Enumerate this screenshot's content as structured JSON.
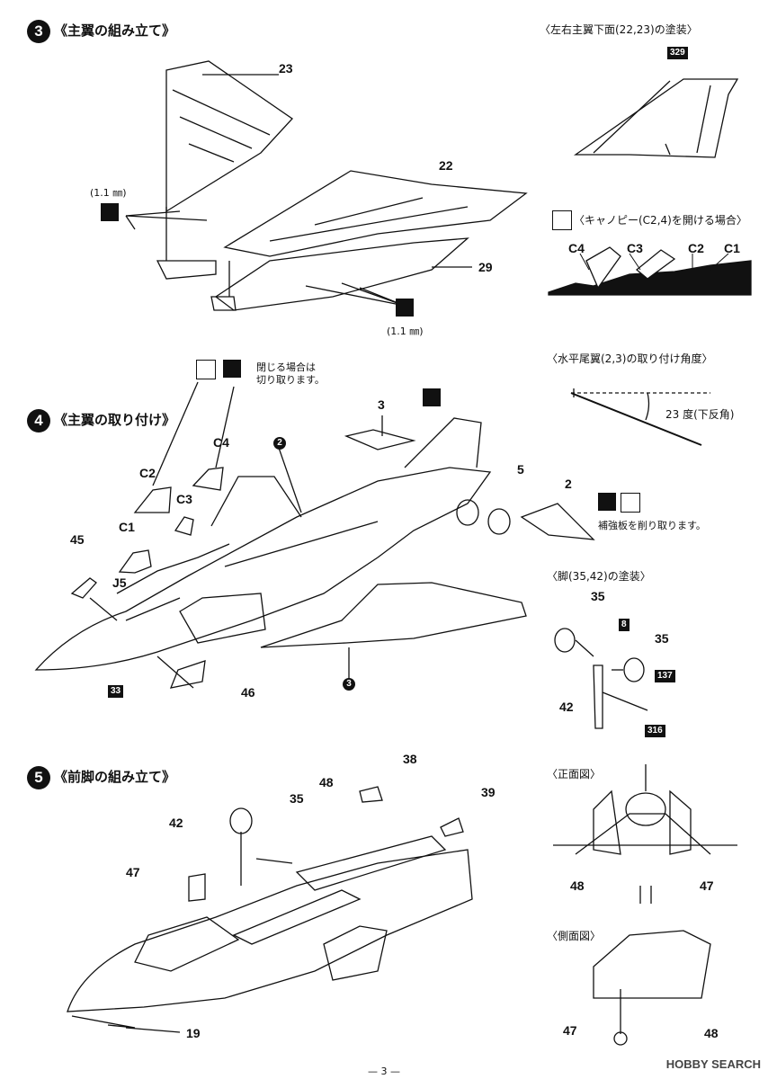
{
  "steps": {
    "s3": {
      "num": "3",
      "title": "《主翼の組み立て》"
    },
    "s4": {
      "num": "4",
      "title": "《主翼の取り付け》"
    },
    "s5": {
      "num": "5",
      "title": "《前脚の組み立て》"
    }
  },
  "notes": {
    "lower_wing": "〈左右主翼下面(22,23)の塗装〉",
    "canopy_open": "〈キャノピー(C2,4)を開ける場合〉",
    "stab_angle": "〈水平尾翼(2,3)の取り付け角度〉",
    "stab_angle_value": "23 度(下反角)",
    "gear_paint": "〈脚(35,42)の塗装〉",
    "front_view": "〈正面図〉",
    "side_view": "〈側面図〉",
    "close_cut_1": "閉じる場合は",
    "close_cut_2": "切り取ります。",
    "reinforce": "補強板を削り取ります。",
    "drill_1": "(1.1 ㎜)",
    "drill_2": "(1.1 ㎜)"
  },
  "parts": {
    "p23": "23",
    "p22": "22",
    "p29": "29",
    "c4a": "C4",
    "c3a": "C3",
    "c2a": "C2",
    "c1a": "C1",
    "p3": "3",
    "p5": "5",
    "p2": "2",
    "c4b": "C4",
    "c2b": "C2",
    "c3b": "C3",
    "c1b": "C1",
    "p45": "45",
    "j5": "J5",
    "p46": "46",
    "p35a": "35",
    "p35b": "35",
    "p42a": "42",
    "p38": "38",
    "p39": "39",
    "p48a": "48",
    "p35c": "35",
    "p42b": "42",
    "p47a": "47",
    "p19": "19",
    "p48b": "48",
    "p47b": "47",
    "p47c": "47",
    "p48c": "48",
    "ref2": "2",
    "ref3": "3"
  },
  "colors": {
    "c329": "329",
    "c33": "33",
    "c8": "8",
    "c137": "137",
    "c316": "316"
  },
  "footer": {
    "page": "— 3 —",
    "watermark": "HOBBY SEARCH"
  }
}
